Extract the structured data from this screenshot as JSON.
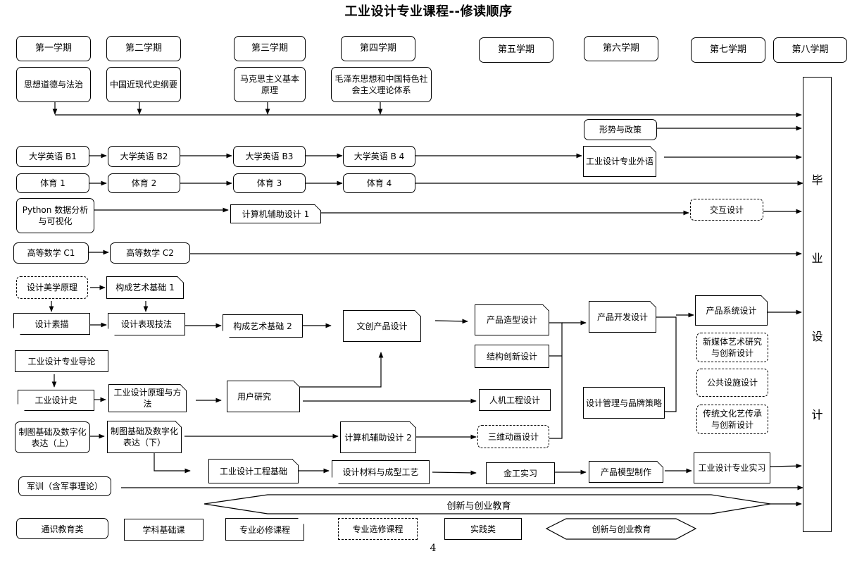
{
  "title": "工业设计专业课程--修读顺序",
  "terms": [
    "第一学期",
    "第二学期",
    "第三学期",
    "第四学期",
    "第五学期",
    "第六学期",
    "第七学期",
    "第八学期"
  ],
  "courses": {
    "sixiang": "思想道德与法治",
    "jindaishi": "中国近现代史纲要",
    "makesi": "马克思主义基本原理",
    "maozedong": "毛泽东思想和中国特色社会主义理论体系",
    "xingshi": "形势与政策",
    "eng1": "大学英语 B1",
    "eng2": "大学英语 B2",
    "eng3": "大学英语 B3",
    "eng4": "大学英语 B 4",
    "prof_eng": "工业设计专业外语",
    "pe1": "体育 1",
    "pe2": "体育 2",
    "pe3": "体育 3",
    "pe4": "体育 4",
    "python": "Python 数据分析与可视化",
    "cad1": "计算机辅助设计 1",
    "interaction": "交互设计",
    "math1": "高等数学 C1",
    "math2": "高等数学 C2",
    "aesthetics": "设计美学原理",
    "composition1": "构成艺术基础 1",
    "sketch": "设计素描",
    "expression": "设计表现技法",
    "composition2": "构成艺术基础 2",
    "cultural": "文创产品设计",
    "styling": "产品造型设计",
    "development": "产品开发设计",
    "system": "产品系统设计",
    "newmedia": "新媒体艺术研究与创新设计",
    "structure": "结构创新设计",
    "intro": "工业设计专业导论",
    "history": "工业设计史",
    "principles": "工业设计原理与方法",
    "userresearch": "用户研究",
    "ergonomics": "人机工程设计",
    "management": "设计管理与品牌策略",
    "publicfac": "公共设施设计",
    "drawing1": "制图基础及数字化表达（上）",
    "drawing2": "制图基础及数字化表达（下）",
    "cad2": "计算机辅助设计 2",
    "animation": "三维动画设计",
    "traditional": "传统文化艺传承与创新设计",
    "engineering": "工业设计工程基础",
    "materials": "设计材料与成型工艺",
    "metalwork": "金工实习",
    "modelmaking": "产品模型制作",
    "internship": "工业设计专业实习",
    "military": "军训（含军事理论）",
    "innovation": "创新与创业教育"
  },
  "graduation": [
    "毕",
    "业",
    "设",
    "计"
  ],
  "legend": [
    "通识教育类",
    "学科基础课",
    "专业必修课程",
    "专业选修课程",
    "实践类",
    "创新与创业教育"
  ],
  "page_number": "4"
}
